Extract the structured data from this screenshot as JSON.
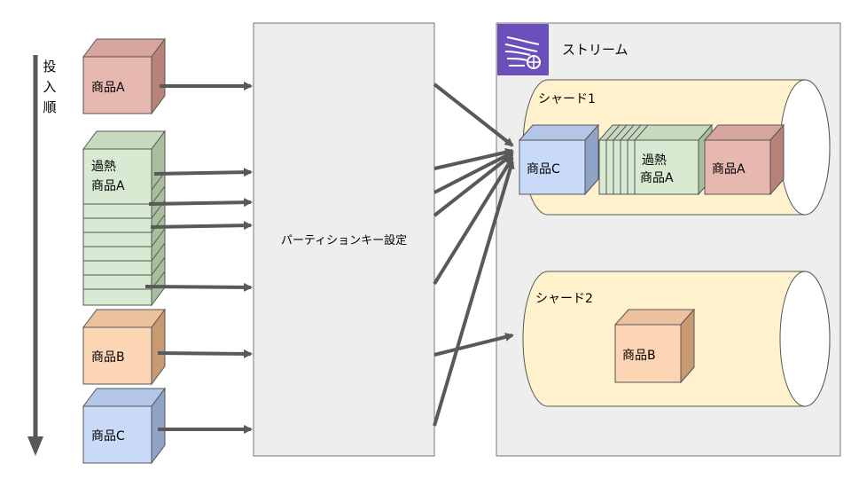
{
  "order_label": [
    "投",
    "入",
    "順"
  ],
  "items": [
    {
      "line1": "商品A",
      "line2": ""
    },
    {
      "line1": "過熱",
      "line2": "商品A"
    },
    {
      "line1": "商品B",
      "line2": ""
    },
    {
      "line1": "商品C",
      "line2": ""
    }
  ],
  "partition_label": "パーティションキー設定",
  "stream": {
    "title": "ストリーム",
    "shard1": {
      "label": "シャード1",
      "records": [
        {
          "line1": "商品C",
          "line2": ""
        },
        {
          "line1": "過熱",
          "line2": "商品A"
        },
        {
          "line1": "商品A",
          "line2": ""
        }
      ]
    },
    "shard2": {
      "label": "シャード2",
      "records": [
        {
          "line1": "商品B",
          "line2": ""
        }
      ]
    }
  },
  "colors": {
    "product_a": "#e6b8af",
    "hot_product_a": "#d9ead3",
    "product_b": "#fcd5b5",
    "product_c": "#c9daf8",
    "shard_fill": "#fff2cc",
    "panel_fill": "#eeeeee",
    "arrow": "#595959",
    "stream_icon": "#6b4fbb"
  }
}
